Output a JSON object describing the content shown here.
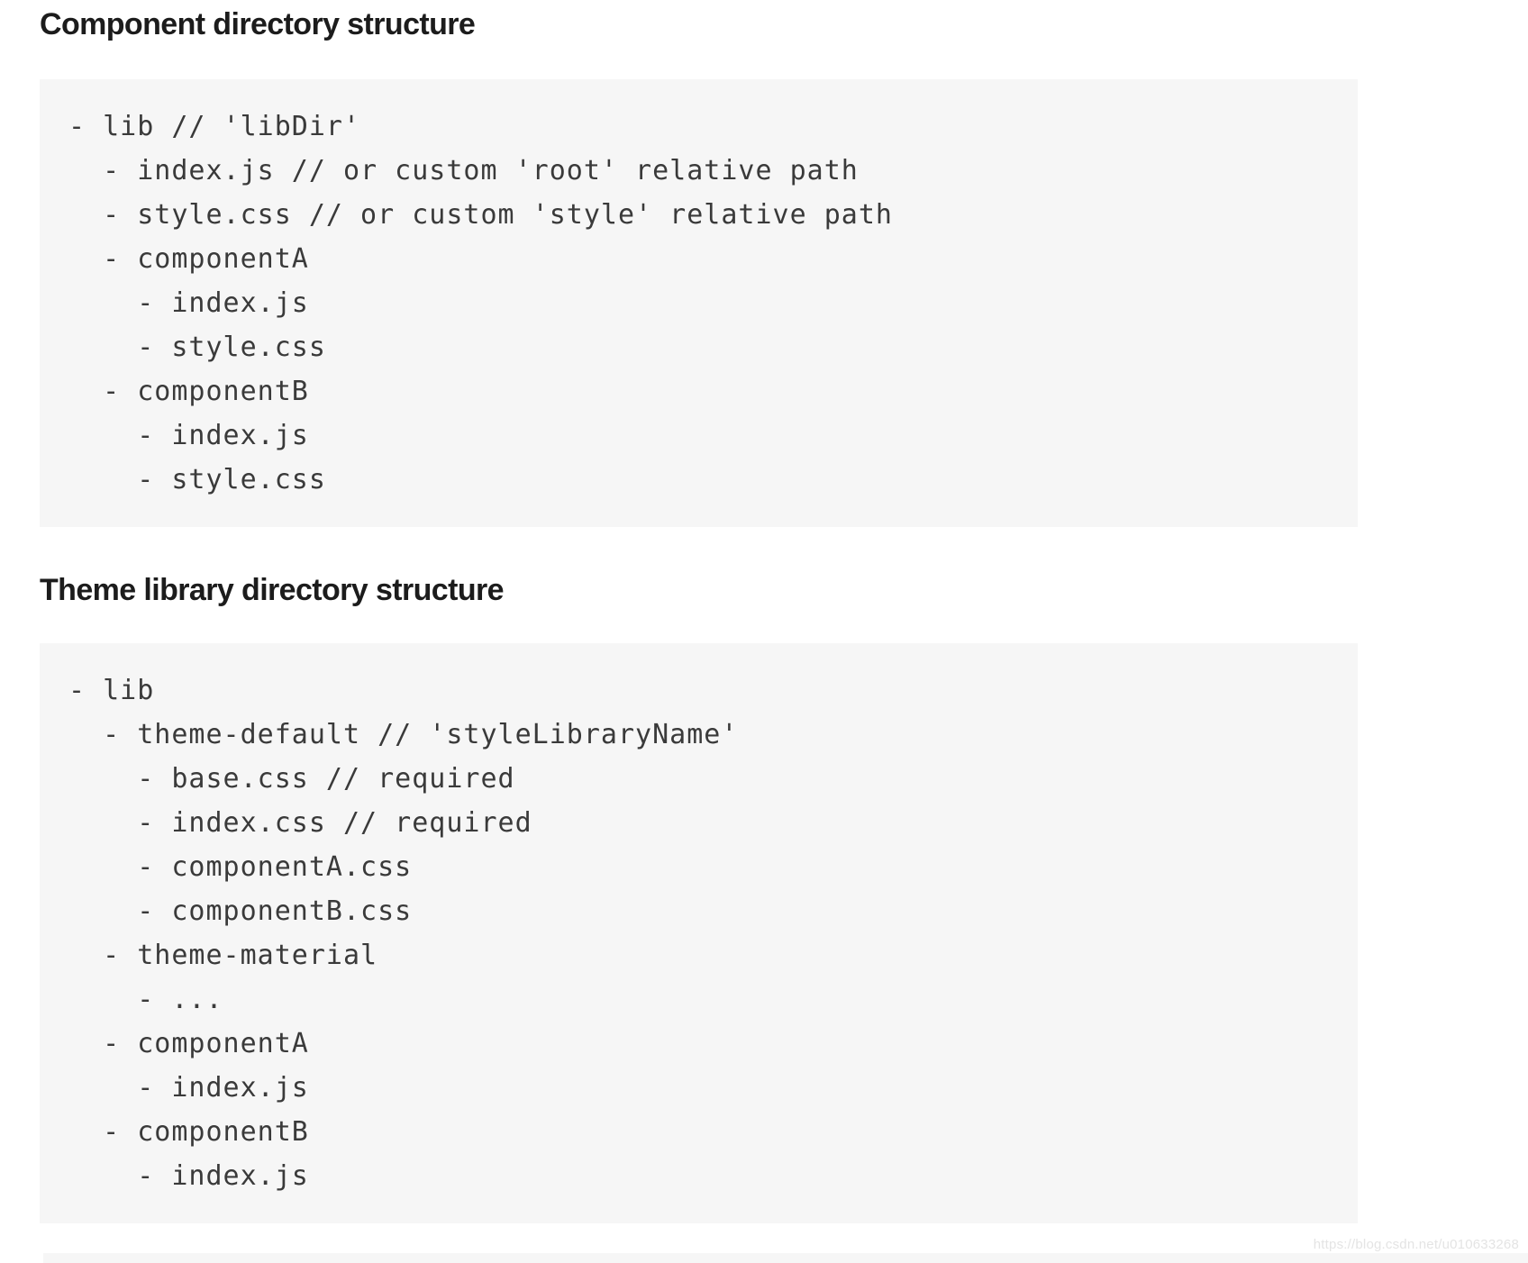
{
  "page": {
    "watermark": "https://blog.csdn.net/u010633268"
  },
  "colors": {
    "page_background": "#ffffff",
    "code_background": "#f6f6f6",
    "code_text": "#3a3a3a",
    "heading_text": "#1c1c1c",
    "watermark_text": "#e4e4e4"
  },
  "sections": [
    {
      "heading": "Component directory structure",
      "code_lines": [
        "- lib // 'libDir'",
        "  - index.js // or custom 'root' relative path",
        "  - style.css // or custom 'style' relative path",
        "  - componentA",
        "    - index.js",
        "    - style.css",
        "  - componentB",
        "    - index.js",
        "    - style.css"
      ]
    },
    {
      "heading": "Theme library directory structure",
      "code_lines": [
        "- lib",
        "  - theme-default // 'styleLibraryName'",
        "    - base.css // required",
        "    - index.css // required",
        "    - componentA.css",
        "    - componentB.css",
        "  - theme-material",
        "    - ...",
        "  - componentA",
        "    - index.js",
        "  - componentB",
        "    - index.js"
      ]
    }
  ]
}
